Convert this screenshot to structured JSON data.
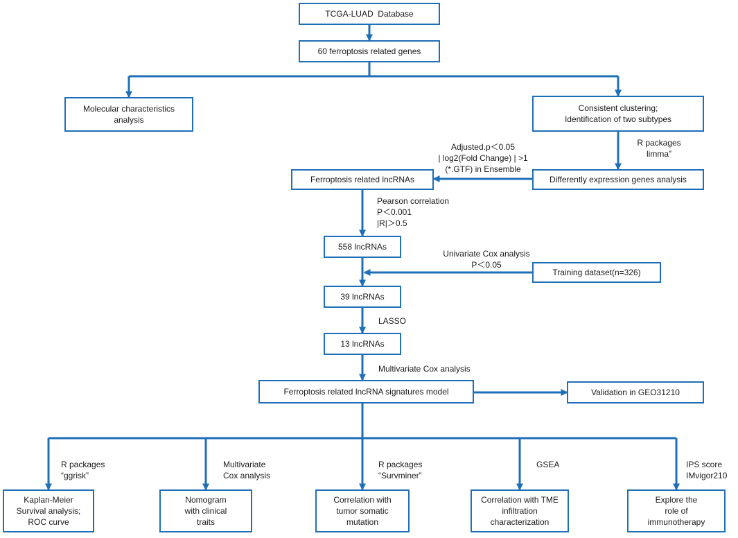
{
  "colors": {
    "box_border": "#1f6fb8",
    "arrow": "#1f6fb8"
  },
  "boxes": {
    "tcga": "TCGA-LUAD  Database",
    "genes60": "60 ferroptosis related genes",
    "molecular": [
      "Molecular characteristics",
      "analysis"
    ],
    "clustering": [
      "Consistent clustering;",
      "Identification of two subtypes"
    ],
    "lncrnas_ferro": "Ferroptosis related lncRNAs",
    "deg": "Differently expression genes analysis",
    "lnc558": "558 lncRNAs",
    "training": "Training dataset(n=326)",
    "lnc39": "39 lncRNAs",
    "lnc13": "13 lncRNAs",
    "signature": "Ferroptosis related lncRNA signatures model",
    "validation": "Validation in GEO31210",
    "km": [
      "Kaplan-Meier",
      "Survival analysis;",
      "ROC curve"
    ],
    "nomogram": [
      "Nomogram",
      "with clinical",
      "traits"
    ],
    "mutation": [
      "Correlation with",
      "tumor somatic",
      "mutation"
    ],
    "tme": [
      "Correlation with TME",
      "infiltration",
      "characterization"
    ],
    "immuno": [
      "Explore the",
      "role of",
      "immunotherapy"
    ]
  },
  "labels": {
    "r_limma": [
      "R packages",
      "limma”"
    ],
    "adjusted": [
      "Adjusted.p＜0.05",
      "| log2(Fold Change) | >1",
      "(*.GTF) in Ensemble"
    ],
    "pearson": [
      "Pearson correlation",
      "P＜0.001",
      "|R|＞0.5"
    ],
    "univariate": [
      "Univariate Cox analysis",
      "P＜0.05"
    ],
    "lasso": "LASSO",
    "multivariate_main": "Multivariate Cox analysis",
    "ggrisk": [
      "R packages",
      "“ggrisk”"
    ],
    "multi_cox": [
      "Multivariate",
      "Cox analysis"
    ],
    "survminer": [
      "R packages",
      "“Survminer”"
    ],
    "gsea": "GSEA",
    "ips": [
      "IPS score",
      "IMvigor210"
    ]
  }
}
